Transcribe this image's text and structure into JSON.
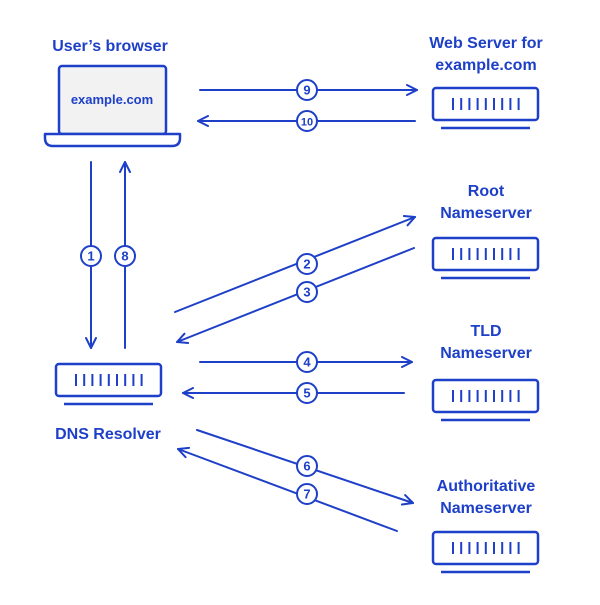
{
  "colors": {
    "accent": "#1e40c8",
    "laptop_screen": "#f2f2f2",
    "background": "#ffffff"
  },
  "labels": {
    "browser": "User’s browser",
    "browser_screen": "example.com",
    "web_server_line1": "Web Server for",
    "web_server_line2": "example.com",
    "root_line1": "Root",
    "root_line2": "Nameserver",
    "tld_line1": "TLD",
    "tld_line2": "Nameserver",
    "auth_line1": "Authoritative",
    "auth_line2": "Nameserver",
    "resolver": "DNS Resolver"
  },
  "steps": [
    "1",
    "2",
    "3",
    "4",
    "5",
    "6",
    "7",
    "8",
    "9",
    "10"
  ],
  "icons": {
    "laptop": "laptop-icon",
    "server": "server-icon"
  }
}
